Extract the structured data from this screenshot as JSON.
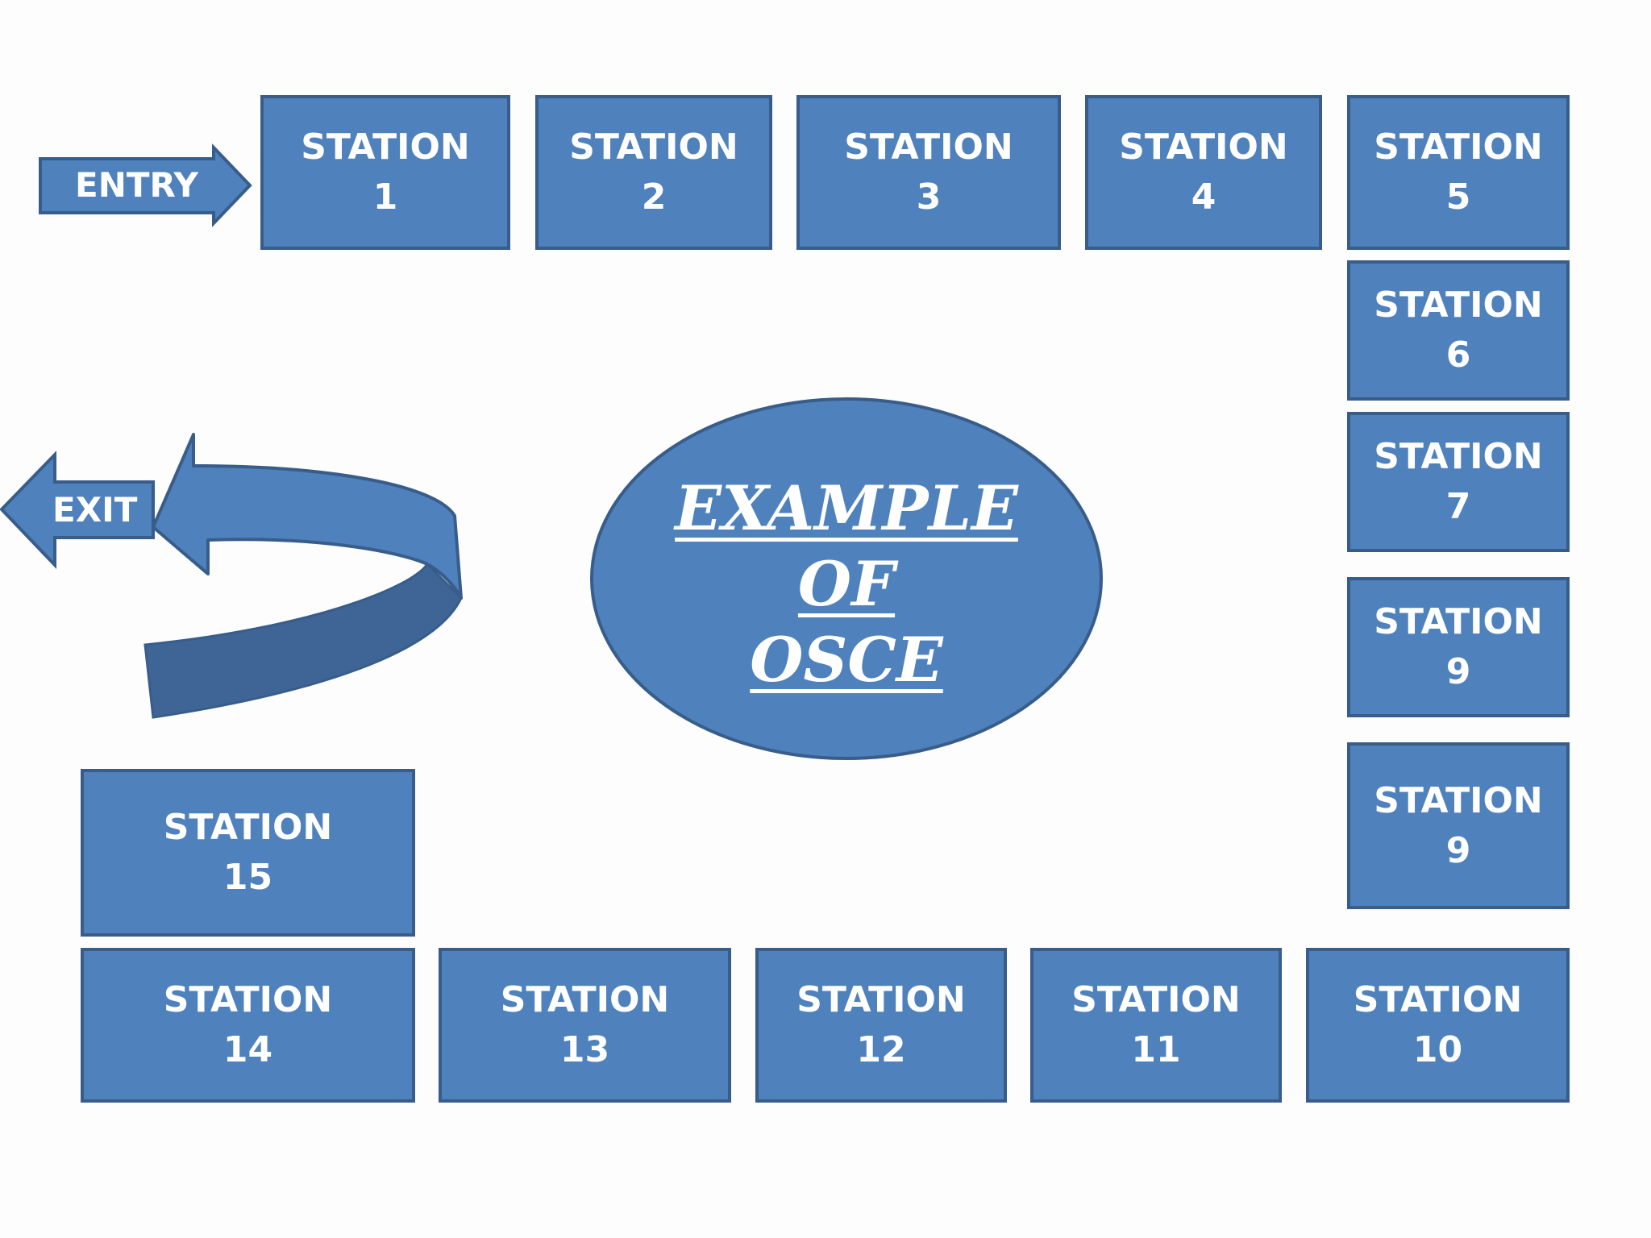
{
  "entry": {
    "label": "ENTRY"
  },
  "exit": {
    "label": "EXIT"
  },
  "center": {
    "lines": [
      "EXAMPLE",
      "OF",
      "OSCE"
    ]
  },
  "colors": {
    "fill": "#4f81bd",
    "border": "#385d8a",
    "curve_shadow": "#3f6596",
    "text": "#ffffff"
  },
  "stations": [
    {
      "label": "STATION",
      "number": "1"
    },
    {
      "label": "STATION",
      "number": "2"
    },
    {
      "label": "STATION",
      "number": "3"
    },
    {
      "label": "STATION",
      "number": "4"
    },
    {
      "label": "STATION",
      "number": "5"
    },
    {
      "label": "STATION",
      "number": "6"
    },
    {
      "label": "STATION",
      "number": "7"
    },
    {
      "label": "STATION",
      "number": "9"
    },
    {
      "label": "STATION",
      "number": "9"
    },
    {
      "label": "STATION",
      "number": "10"
    },
    {
      "label": "STATION",
      "number": "11"
    },
    {
      "label": "STATION",
      "number": "12"
    },
    {
      "label": "STATION",
      "number": "13"
    },
    {
      "label": "STATION",
      "number": "14"
    },
    {
      "label": "STATION",
      "number": "15"
    }
  ]
}
